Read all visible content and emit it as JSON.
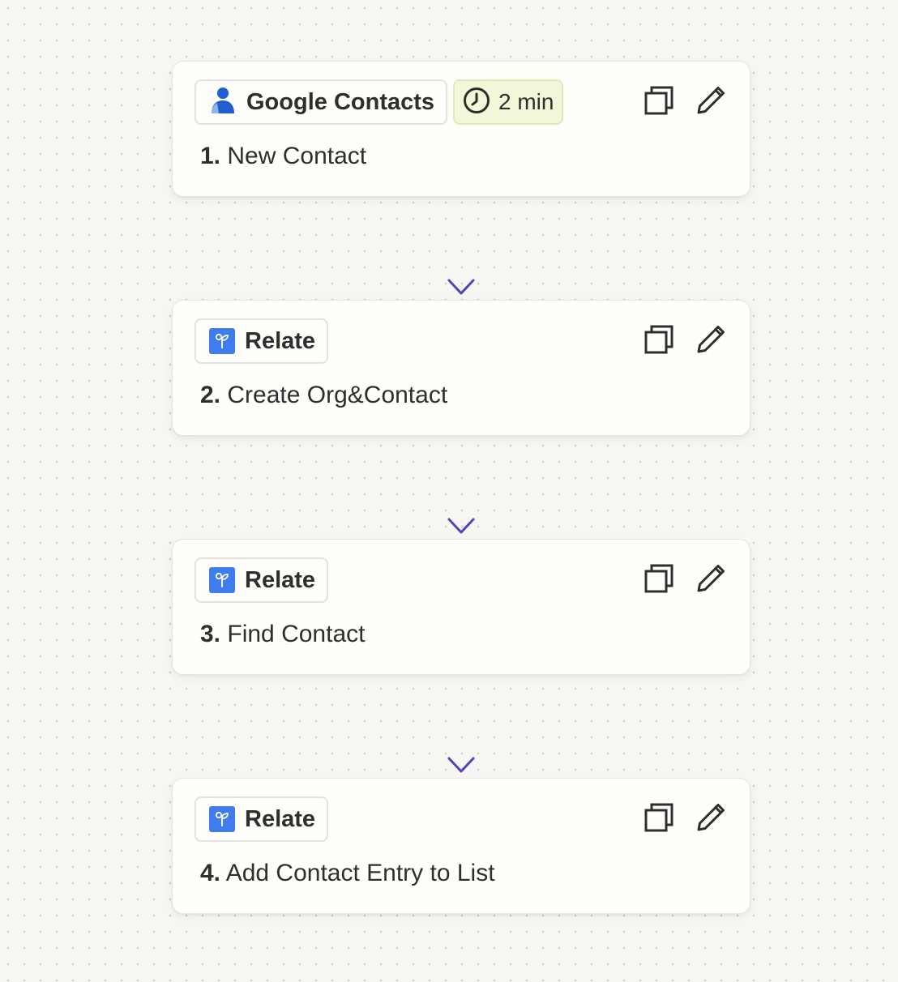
{
  "colors": {
    "canvas_background": "#f7f6f3",
    "card_background": "#fffefb",
    "connector": "#5a55c9",
    "time_chip_background": "#f1f8d9",
    "relate_brand": "#3e7cf0",
    "google_contacts_brand": "#1f5fd0"
  },
  "steps": [
    {
      "number": "1.",
      "title": "New Contact",
      "app": "Google Contacts",
      "app_icon": "google-contacts-person-icon",
      "time_badge": "2 min",
      "time_icon": "clock-icon"
    },
    {
      "number": "2.",
      "title": "Create Org&Contact",
      "app": "Relate",
      "app_icon": "relate-logo-icon"
    },
    {
      "number": "3.",
      "title": "Find Contact",
      "app": "Relate",
      "app_icon": "relate-logo-icon"
    },
    {
      "number": "4.",
      "title": "Add Contact Entry to List",
      "app": "Relate",
      "app_icon": "relate-logo-icon"
    }
  ],
  "actions": {
    "copy_icon": "duplicate-icon",
    "edit_icon": "pencil-icon"
  }
}
